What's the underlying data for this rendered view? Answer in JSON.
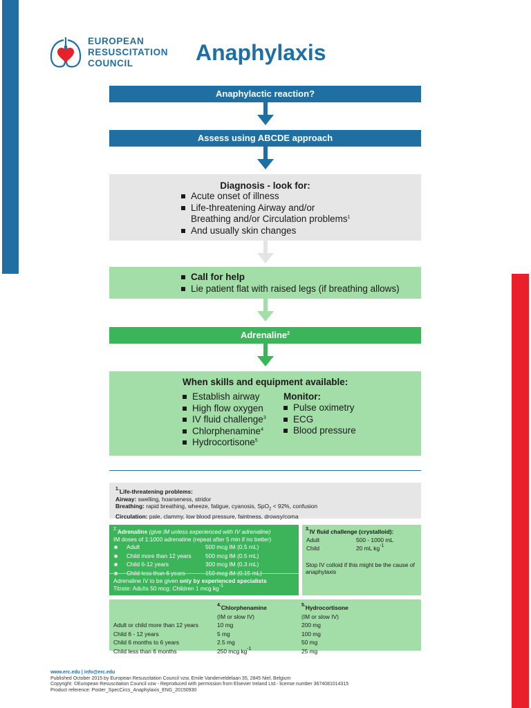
{
  "header": {
    "org_line1": "EUROPEAN",
    "org_line2": "RESUSCITATION",
    "org_line3": "COUNCIL",
    "title": "Anaphylaxis",
    "logo_icon": "lungs-heart-icon"
  },
  "colors": {
    "blue": "#1f6fa3",
    "red": "#e8202a",
    "grey": "#e6e6e6",
    "light_green": "#a3dda8",
    "green": "#3cb55a"
  },
  "flow": {
    "step1": "Anaphylactic reaction?",
    "step2": "Assess using ABCDE approach",
    "diagnosis": {
      "heading": "Diagnosis - look for:",
      "items": [
        "Acute onset of illness",
        "Life-threatening Airway and/or",
        "Breathing and/or Circulation problems",
        "And usually skin changes"
      ],
      "footnote_mark": "1"
    },
    "help": {
      "items": [
        "Call for help",
        "Lie patient flat with raised legs (if breathing allows)"
      ]
    },
    "adrenaline": {
      "label": "Adrenaline",
      "mark": "2"
    },
    "skills": {
      "heading": "When skills and equipment available:",
      "left_items": [
        "Establish airway",
        "High flow oxygen",
        "IV fluid challenge",
        "Chlorphenamine",
        "Hydrocortisone"
      ],
      "left_marks": [
        "",
        "",
        "3",
        "4",
        "5"
      ],
      "monitor_heading": "Monitor:",
      "monitor_items": [
        "Pulse oximetry",
        "ECG",
        "Blood pressure"
      ]
    }
  },
  "notes": {
    "n1": {
      "title": "Life-threatening problems:",
      "mark": "1.",
      "airway_label": "Airway:",
      "airway_text": "swelling, hoarseness, stridor",
      "breathing_label": "Breathing:",
      "breathing_text_a": "rapid breathing, wheeze, fatigue, cyanosis, SpO",
      "breathing_sub": "2",
      "breathing_text_b": " < 92%, confusion",
      "circulation_label": "Circulation:",
      "circulation_text": "pale, clammy, low blood pressure, faintness, drowsy/coma"
    },
    "n2": {
      "mark": "2.",
      "title": "Adrenaline",
      "title_note": "(give IM unless experienced with IV adrenaline)",
      "subtitle": "IM doses of 1:1000 adrenaline (repeat after 5 min if no better)",
      "rows": [
        {
          "who": "Adult",
          "dose": "500 mcg IM (0.5 mL)"
        },
        {
          "who": "Child more than 12 years",
          "dose": "500 mcg IM (0.5 mL)"
        },
        {
          "who": "Child 6-12 years",
          "dose": "300 mcg IM (0.3 mL)"
        },
        {
          "who": "Child less than 6 years",
          "dose": "150 mcg IM (0.15 mL)"
        }
      ],
      "iv_text": "Adrenaline IV to be given ",
      "iv_bold": "only by experienced specialists",
      "titrate": "Titrate: Adults 50 mcg; Children 1 mcg kg",
      "titrate_sup": "-1"
    },
    "n3": {
      "mark": "3.",
      "title": "IV fluid challenge (crystalloid):",
      "rows": [
        {
          "who": "Adult",
          "dose": "500 - 1000 mL"
        },
        {
          "who": "Child",
          "dose": "20 mL kg",
          "sup": "-1"
        }
      ],
      "stop": "Stop IV colloid if this might be the cause of anaphylaxis"
    },
    "drugs": {
      "chlor_mark": "4.",
      "chlor_title": "Chlorphenamine",
      "chlor_route": "(IM or slow IV)",
      "hydro_mark": "5.",
      "hydro_title": "Hydrocortisone",
      "hydro_route": "(IM or slow IV)",
      "rows": [
        {
          "who": "Adult or child more than 12 years",
          "chlor": "10 mg",
          "hydro": "200 mg"
        },
        {
          "who": "Child 6 - 12 years",
          "chlor": "5 mg",
          "hydro": "100 mg"
        },
        {
          "who": "Child 6 months to 6 years",
          "chlor": "2.5 mg",
          "hydro": "50 mg"
        },
        {
          "who": "Child less than 6 months",
          "chlor": "250 mcg kg",
          "chlor_sup": "-1",
          "hydro": "25 mg"
        }
      ]
    }
  },
  "footer": {
    "links": "www.erc.edu | info@erc.edu",
    "published": "Published October 2015 by European Resuscitation Council vzw, Emile Vanderveldelaan 35, 2845 Niel, Belgium",
    "copyright": "Copyright: ©European Resuscitation Council vzw - Reproduced with permission from Elsevier Ireland Ltd.- license number 3674081014315",
    "reference": "Product reference: Poster_SpecCircs_Anaphylaxis_ENG_20150930"
  }
}
